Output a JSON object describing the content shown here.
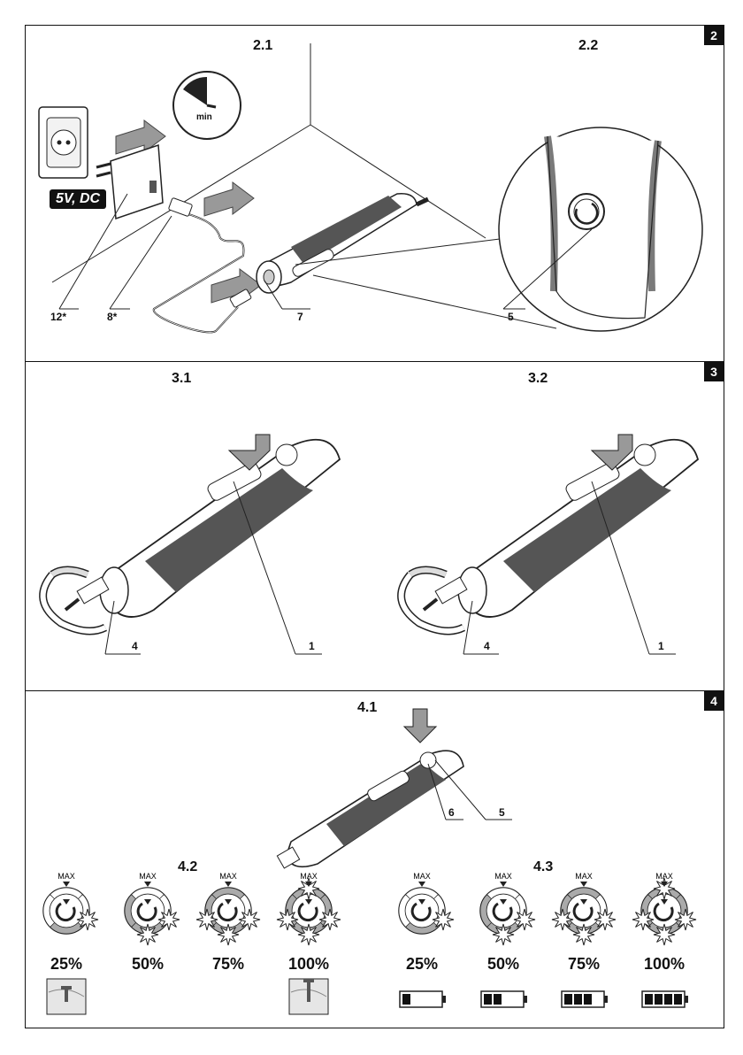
{
  "figure2": {
    "badge": "2",
    "step_left": "2.1",
    "step_right": "2.2",
    "timer_unit": "min",
    "charger_label": "5V, DC",
    "callouts": [
      "12*",
      "8*",
      "7",
      "5"
    ]
  },
  "figure3": {
    "badge": "3",
    "step_left": "3.1",
    "step_right": "3.2",
    "callouts_left": [
      "4",
      "1"
    ],
    "callouts_right": [
      "4",
      "1"
    ]
  },
  "figure4": {
    "badge": "4",
    "step_top": "4.1",
    "callouts_top": [
      "6",
      "5"
    ],
    "step_left": "4.2",
    "step_right": "4.3",
    "dial_max": "MAX",
    "torque_levels": [
      {
        "percent": "25%",
        "lit": 1
      },
      {
        "percent": "50%",
        "lit": 2
      },
      {
        "percent": "75%",
        "lit": 3
      },
      {
        "percent": "100%",
        "lit": 4
      }
    ],
    "battery_levels": [
      {
        "percent": "25%",
        "bars": 1
      },
      {
        "percent": "50%",
        "bars": 2
      },
      {
        "percent": "75%",
        "bars": 3
      },
      {
        "percent": "100%",
        "bars": 4
      }
    ]
  }
}
